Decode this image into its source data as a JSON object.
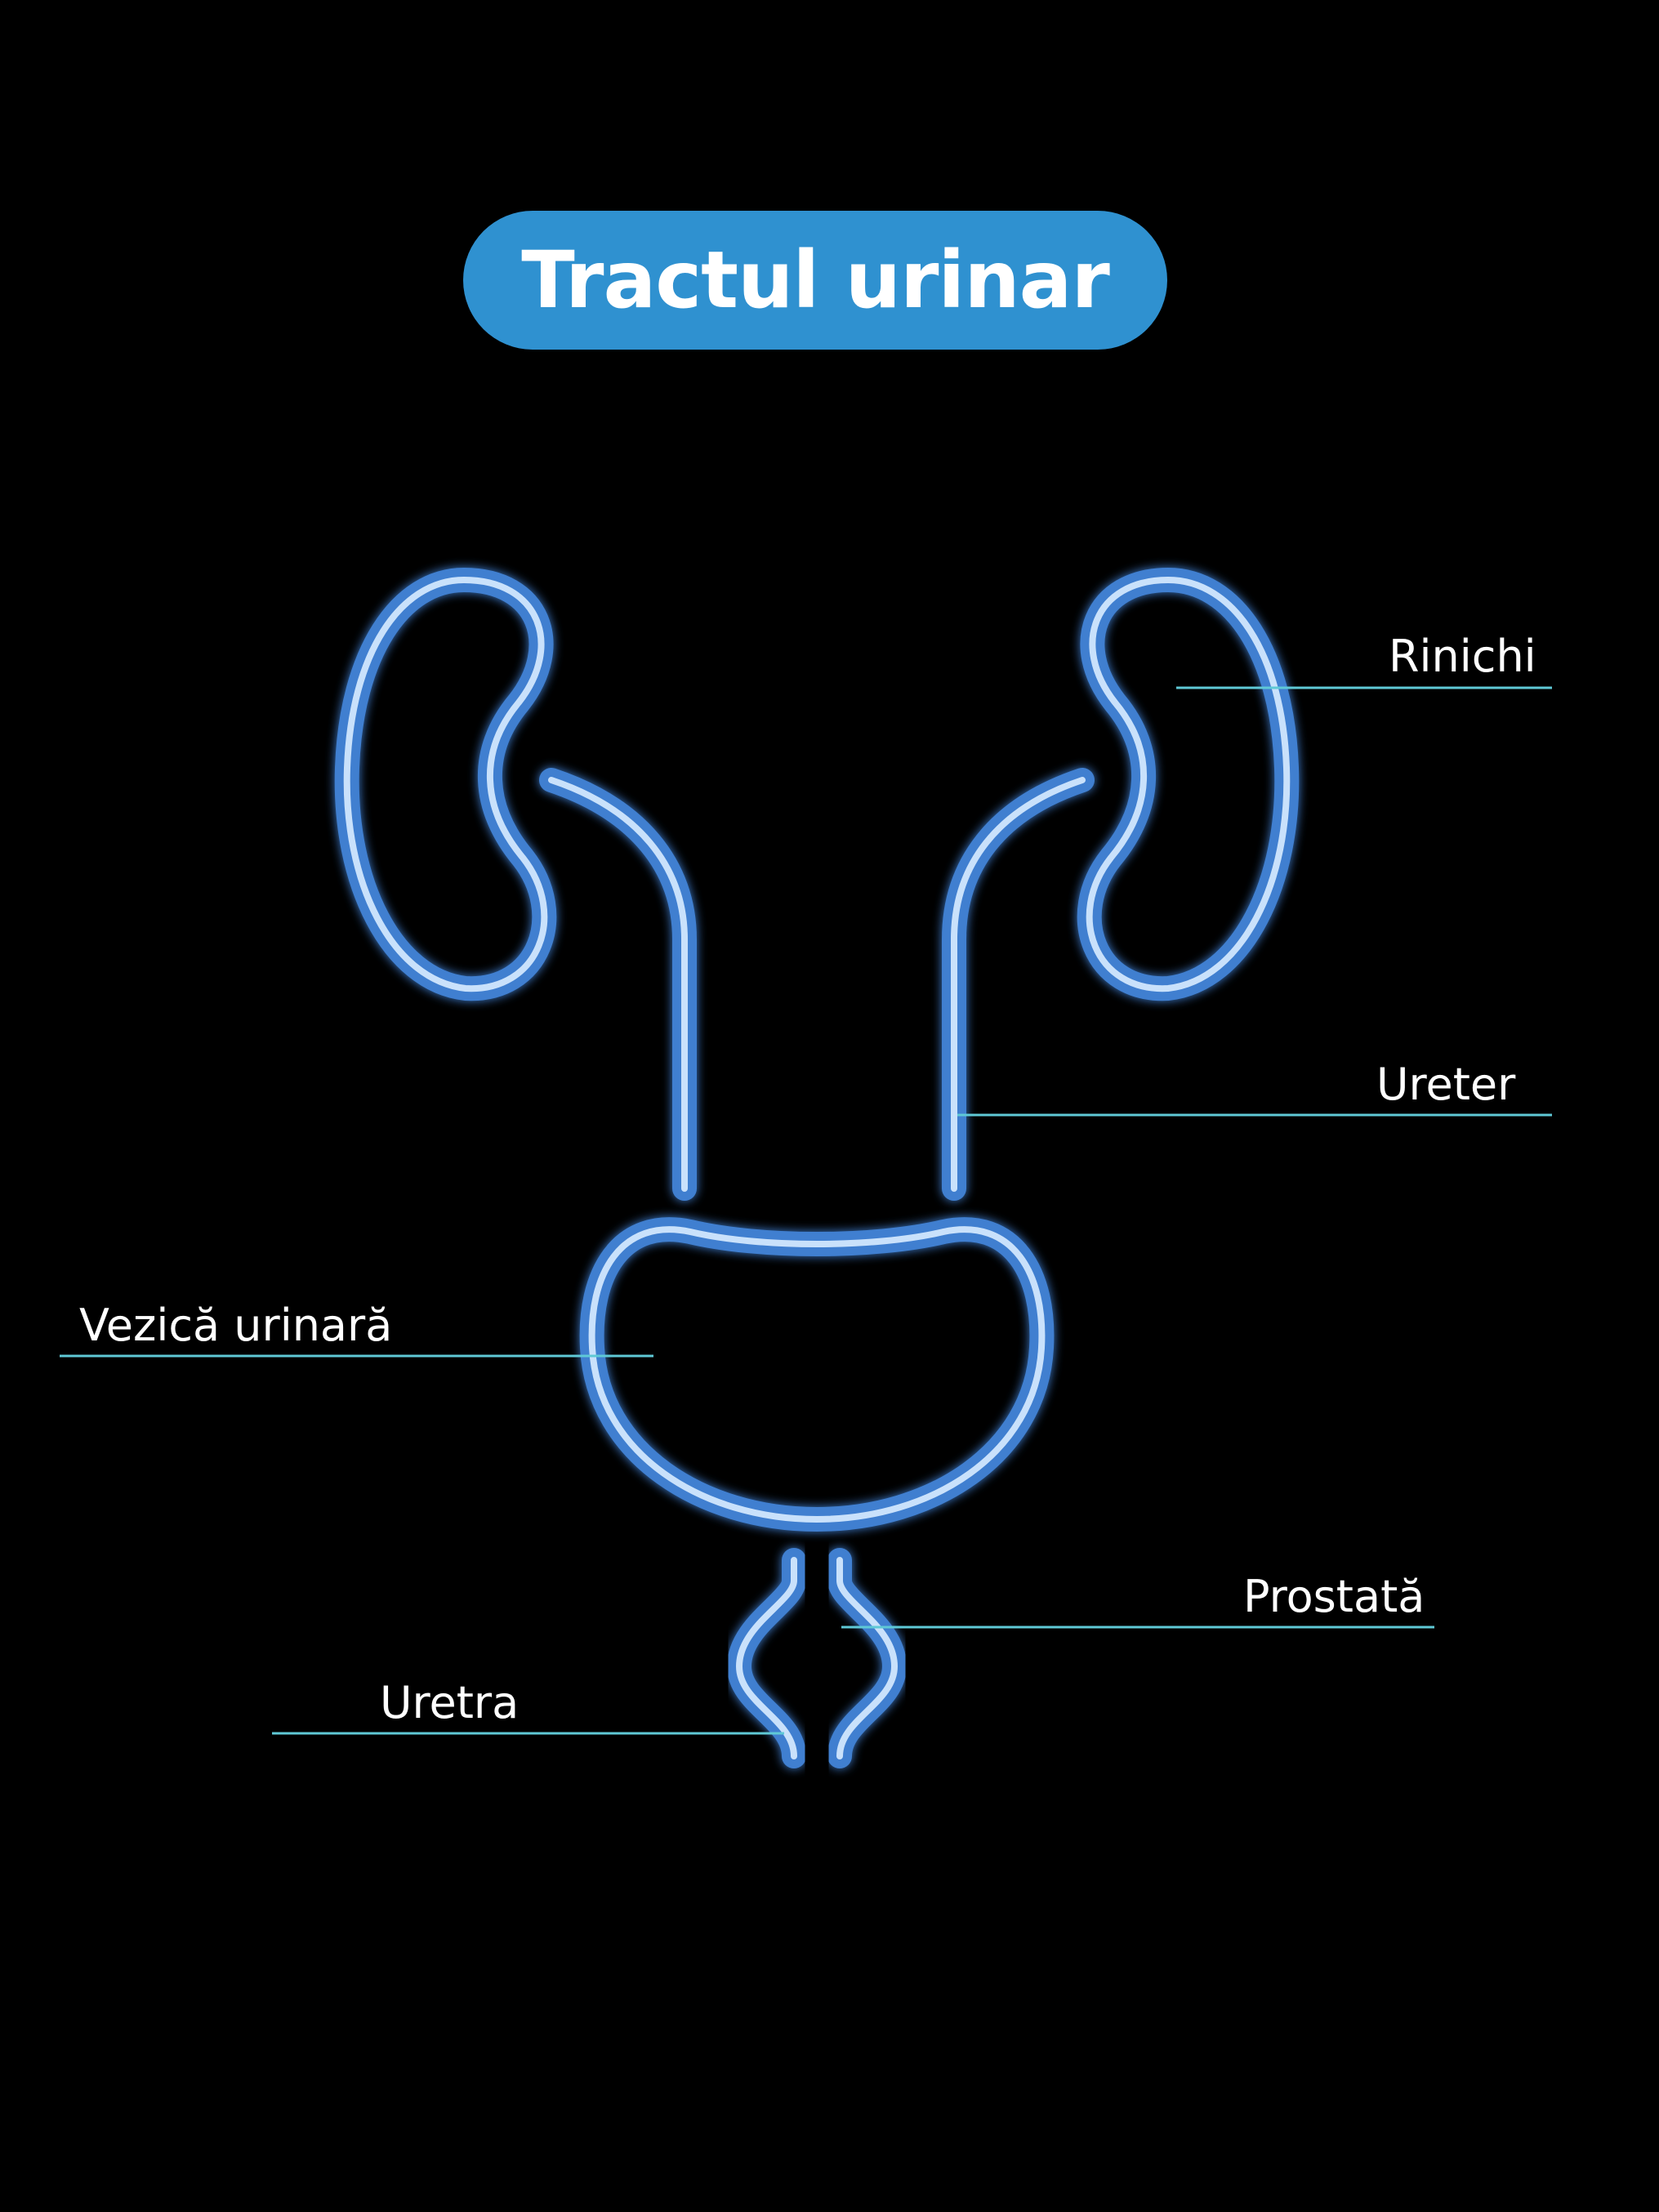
{
  "title": "Tractul urinar",
  "colors": {
    "background": "#000000",
    "title_pill": "#2f91d0",
    "organ_outline": "#3f7fd0",
    "organ_highlight": "#d8ecff",
    "leader_line": "#5fc9d6",
    "label_text": "#ffffff"
  },
  "labels": {
    "kidney": "Rinichi",
    "ureter": "Ureter",
    "bladder": "Vezică urinară",
    "prostate": "Prostată",
    "urethra": "Uretra"
  }
}
